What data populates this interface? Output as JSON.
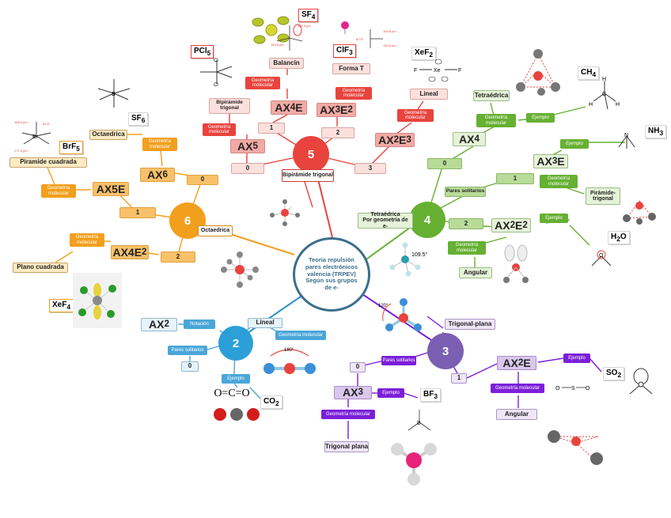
{
  "center": {
    "title": "Teoria repulsión\npares electrónicos\nvalencia (TRPEV)\nSegún sus grupos\nde e-"
  },
  "colors": {
    "g5": "#e9433d",
    "g6": "#f29f1e",
    "g4": "#66b032",
    "g2": "#4aa6d8",
    "g3": "#7b1fd9",
    "center": "#3b6e8c"
  },
  "group5": {
    "number": "5",
    "shape": "Bipirámide trigonal",
    "counts": [
      "0",
      "1",
      "2",
      "3"
    ],
    "notations": [
      "AX5",
      "AX4E",
      "AX3E2",
      "AX2E3"
    ],
    "ax5": {
      "main": "AX",
      "sub": "5"
    },
    "ax4e": {
      "main": "AX",
      "sub": "4",
      "tail": "E"
    },
    "ax3e2": {
      "main": "AX",
      "sub": "3",
      "tail": "E",
      "tailsub": "2"
    },
    "ax2e3": {
      "main": "AX",
      "sub": "2",
      "tail": "E",
      "tailsub": "3"
    },
    "geom_label": "Geometría\nmolecular",
    "geometries": {
      "ax5": "Bipirámide\ntrigonal",
      "ax4e": "Balancin",
      "ax3e2": "Forma T",
      "ax2e3": "Lineal"
    },
    "examples": {
      "ax5": {
        "main": "PCl",
        "sub": "5"
      },
      "ax4e": {
        "main": "SF",
        "sub": "4"
      },
      "ax3e2": {
        "main": "ClF",
        "sub": "3"
      },
      "ax2e3": {
        "main": "XeF",
        "sub": "2"
      }
    },
    "annotations": {
      "pcl5_atoms": "Cl",
      "sf4_len1": "154.5 pm",
      "sf4_len2": "164.3 pm",
      "clf3_len1": "169.8 pm",
      "clf3_len2": "159.8 pm",
      "clf3_angle": "87.5°",
      "xef2_center": "Xe",
      "xef2_left": "F",
      "xef2_right": "F"
    }
  },
  "group6": {
    "number": "6",
    "shape": "Octaedrica",
    "counts": [
      "0",
      "1",
      "2"
    ],
    "ax6": {
      "main": "AX",
      "sub": "6"
    },
    "ax5e": "AX5E",
    "ax4e2": {
      "main": "AX4E",
      "sub": "2"
    },
    "geom_label": "Geometría\nmolecular",
    "geometries": {
      "ax6": "Octaedrica",
      "ax5e": "Piramide cuadrada",
      "ax4e2": "Plano cuadrada"
    },
    "examples": {
      "sf6": {
        "main": "SF",
        "sub": "6"
      },
      "brf5": {
        "main": "BrF",
        "sub": "5"
      },
      "xef4": {
        "main": "XeF",
        "sub": "4"
      }
    },
    "annotations": {
      "sf6_atom": "S",
      "brf5_len1": "168.9 pm",
      "brf5_len2": "177.4 pm",
      "brf5_angle": "84.8°",
      "brf5_center": "Br"
    }
  },
  "group4": {
    "number": "4",
    "shape": "Tetraédrica\nPor geometría de e-",
    "pairs_label": "Pares solitarios",
    "counts": [
      "0",
      "1",
      "2"
    ],
    "ax4": {
      "main": "AX",
      "sub": "4"
    },
    "ax3e": {
      "main": "AX",
      "sub": "3",
      "tail": " E"
    },
    "ax2e2": {
      "main": "AX",
      "sub": "2",
      "tail": "E",
      "tailsub": "2"
    },
    "geom_label": "Geometría\nmolecular",
    "example_label": "Ejemplo",
    "geometries": {
      "ax4": "Tetraédrica",
      "ax3e": "Pirámide-\ntrigonal",
      "ax2e2": "Angular"
    },
    "examples": {
      "ch4": {
        "main": "CH",
        "sub": "4"
      },
      "nh3": {
        "main": "NH",
        "sub": "3"
      },
      "h2o": {
        "main": "H",
        "sub": "2",
        "tail": "O"
      }
    },
    "angle": "109.5°",
    "annotations": {
      "ch4_center": "C",
      "ch4_h": "H",
      "nh3_center": "N",
      "h2o_center": "O"
    }
  },
  "group2": {
    "number": "2",
    "notation": {
      "main": "AX",
      "sub": "2"
    },
    "notation_label": "Notación",
    "pairs_label": "Pares solitarios",
    "count": "0",
    "shape": "Lineal",
    "geom_label": "Geometría molecular",
    "example_label": "Ejemplo",
    "example": {
      "main": "CO",
      "sub": "2"
    },
    "lewis": "O=C=O",
    "angle": "180°"
  },
  "group3": {
    "number": "3",
    "shape": "Trigonal-plana",
    "pairs_label": "Pares solitarios",
    "counts": [
      "0",
      "1"
    ],
    "ax3": {
      "main": "AX",
      "sub": "3"
    },
    "ax2e": {
      "main": "AX",
      "sub": "2",
      "tail": " E"
    },
    "example_label": "Ejemplo",
    "geom_label": "Geometría molecular",
    "geometries": {
      "ax3": "Trigonal plana",
      "ax2e": "Angular"
    },
    "examples": {
      "bf3": {
        "main": "BF",
        "sub": "3"
      },
      "so2": {
        "main": "SO",
        "sub": "2"
      }
    },
    "angle": "120°",
    "annotations": {
      "bf3_center": "B",
      "so2_center": "S",
      "so2_o": "O"
    }
  }
}
